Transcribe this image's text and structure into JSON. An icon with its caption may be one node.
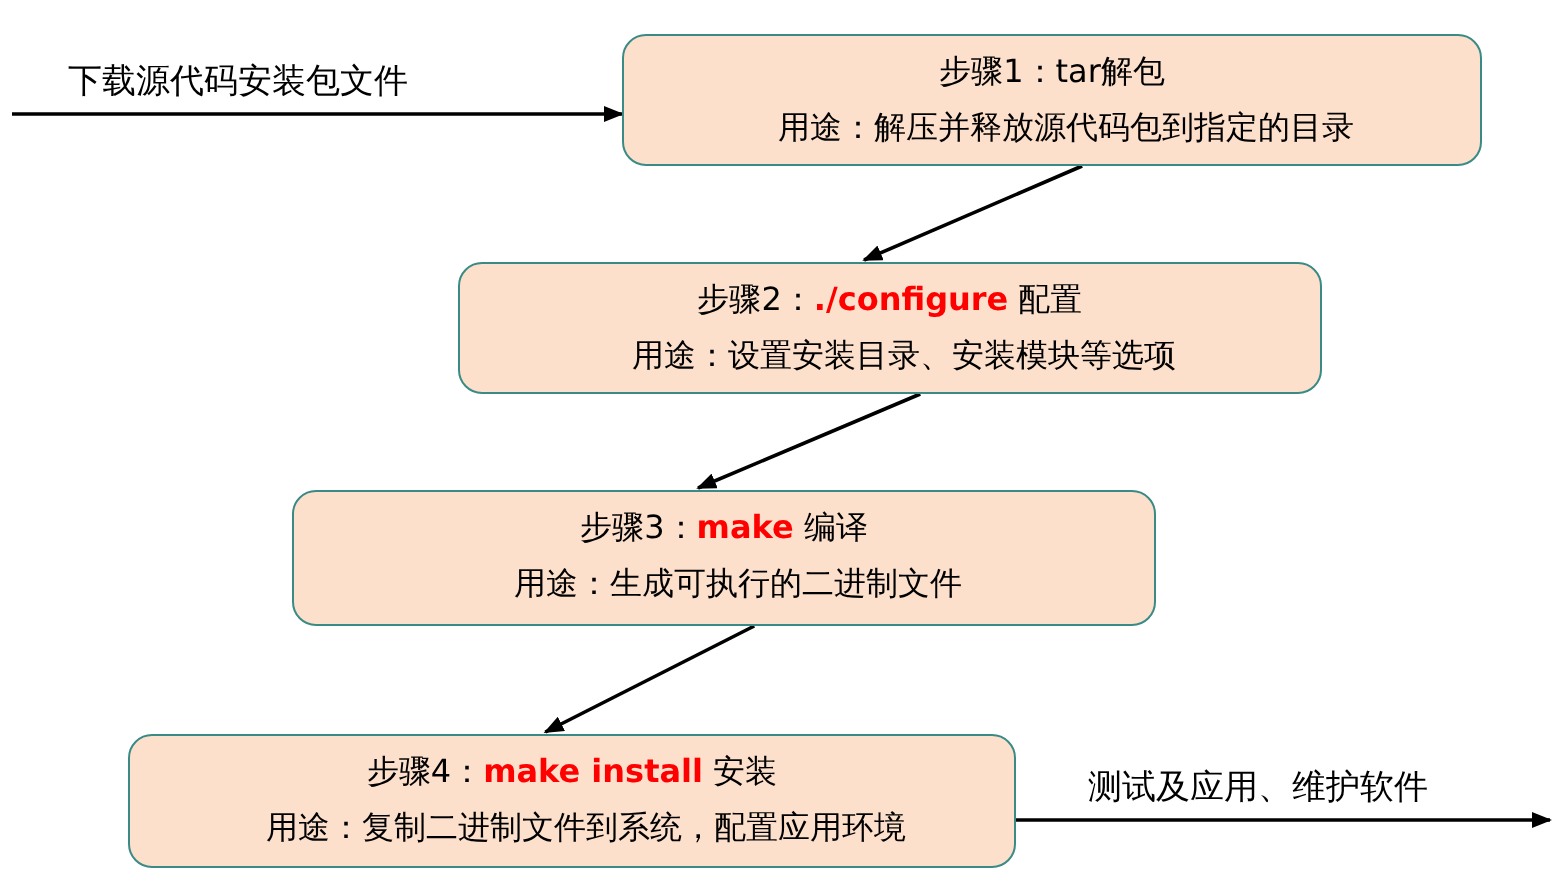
{
  "diagram": {
    "nodes": [
      {
        "text": [
          "步骤1：tar解包",
          "用途：解压并释放源代码包到指定的目录"
        ]
      },
      {
        "text": [
          "步骤2：**./configure** 配置",
          "用途：设置安装目录、安装模块等选项"
        ]
      },
      {
        "text": [
          "步骤3：**make** 编译",
          "用途：生成可执行的二进制文件"
        ]
      },
      {
        "text": [
          "步骤4：**make install** 安装",
          "用途：复制二进制文件到系统，配置应用环境"
        ]
      }
    ],
    "edges": [
      {
        "from": null,
        "to": 0,
        "arrow": "to",
        "label": "下载源代码安装包文件"
      },
      {
        "from": 0,
        "to": 1,
        "arrow": "to"
      },
      {
        "from": 1,
        "to": 2,
        "arrow": "to"
      },
      {
        "from": 2,
        "to": 3,
        "arrow": "to"
      },
      {
        "from": 3,
        "to": null,
        "arrow": "to",
        "label": "测试及应用、维护软件"
      }
    ]
  }
}
